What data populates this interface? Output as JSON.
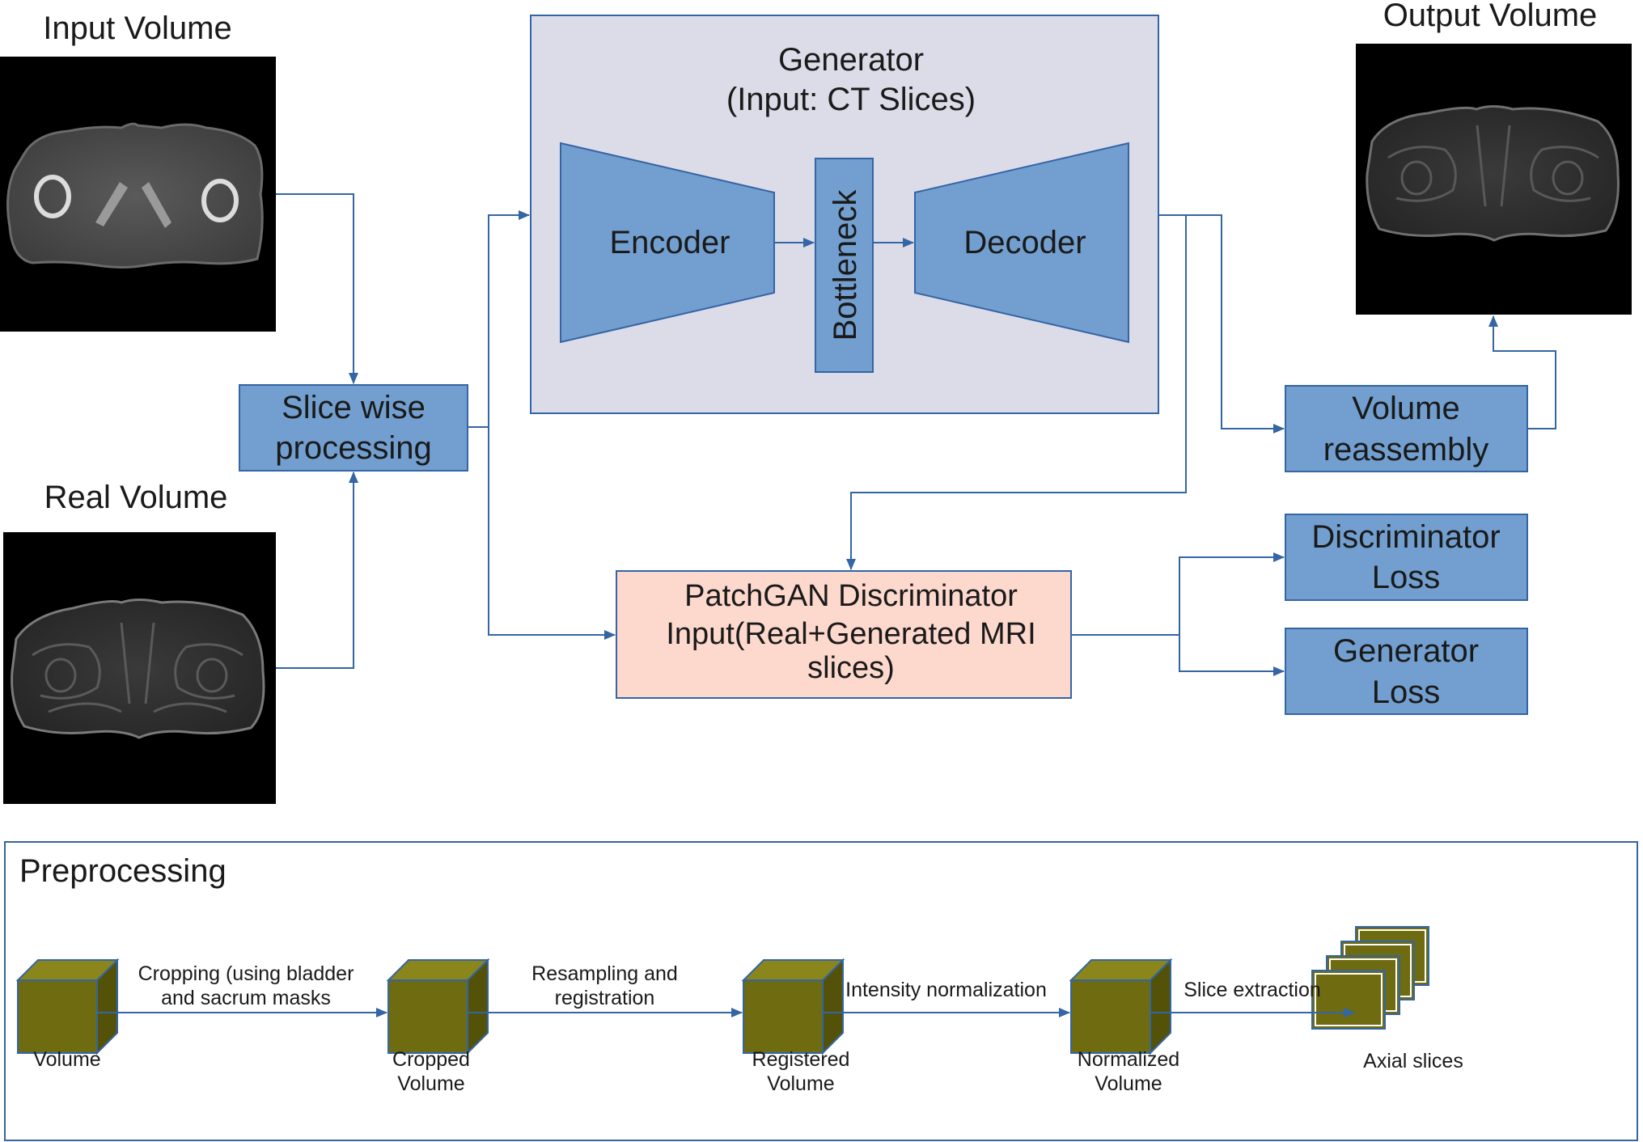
{
  "labels": {
    "input_volume": "Input Volume",
    "real_volume": "Real Volume",
    "output_volume": "Output Volume"
  },
  "slice_wise": [
    "Slice wise",
    "processing"
  ],
  "generator": {
    "title": [
      "Generator",
      "(Input: CT Slices)"
    ],
    "encoder": "Encoder",
    "bottleneck": "Bottleneck",
    "decoder": "Decoder"
  },
  "volume_reassembly": [
    "Volume",
    "reassembly"
  ],
  "discriminator": [
    "PatchGAN Discriminator",
    "Input(Real+Generated MRI",
    "slices)"
  ],
  "discriminator_loss": [
    "Discriminator",
    "Loss"
  ],
  "generator_loss": [
    "Generator",
    "Loss"
  ],
  "preprocessing": {
    "title": "Preprocessing",
    "nodes": [
      {
        "label": [
          "Volume"
        ]
      },
      {
        "label": [
          "Cropped",
          "Volume"
        ]
      },
      {
        "label": [
          "Registered",
          "Volume"
        ]
      },
      {
        "label": [
          "Normalized",
          "Volume"
        ]
      },
      {
        "label": [
          "Axial slices"
        ]
      }
    ],
    "edges": [
      {
        "label": [
          "Cropping (using bladder",
          "and sacrum masks"
        ]
      },
      {
        "label": [
          "Resampling and",
          "registration"
        ]
      },
      {
        "label": [
          "Intensity normalization"
        ]
      },
      {
        "label": [
          "Slice extraction"
        ]
      }
    ]
  },
  "colors": {
    "box_fill": "#729fcf",
    "box_stroke": "#3465a4",
    "generator_panel": "#dcdbe8",
    "discriminator_fill": "#fdd8cd",
    "cube": "#6e6b10",
    "scan_background": "#000000"
  }
}
